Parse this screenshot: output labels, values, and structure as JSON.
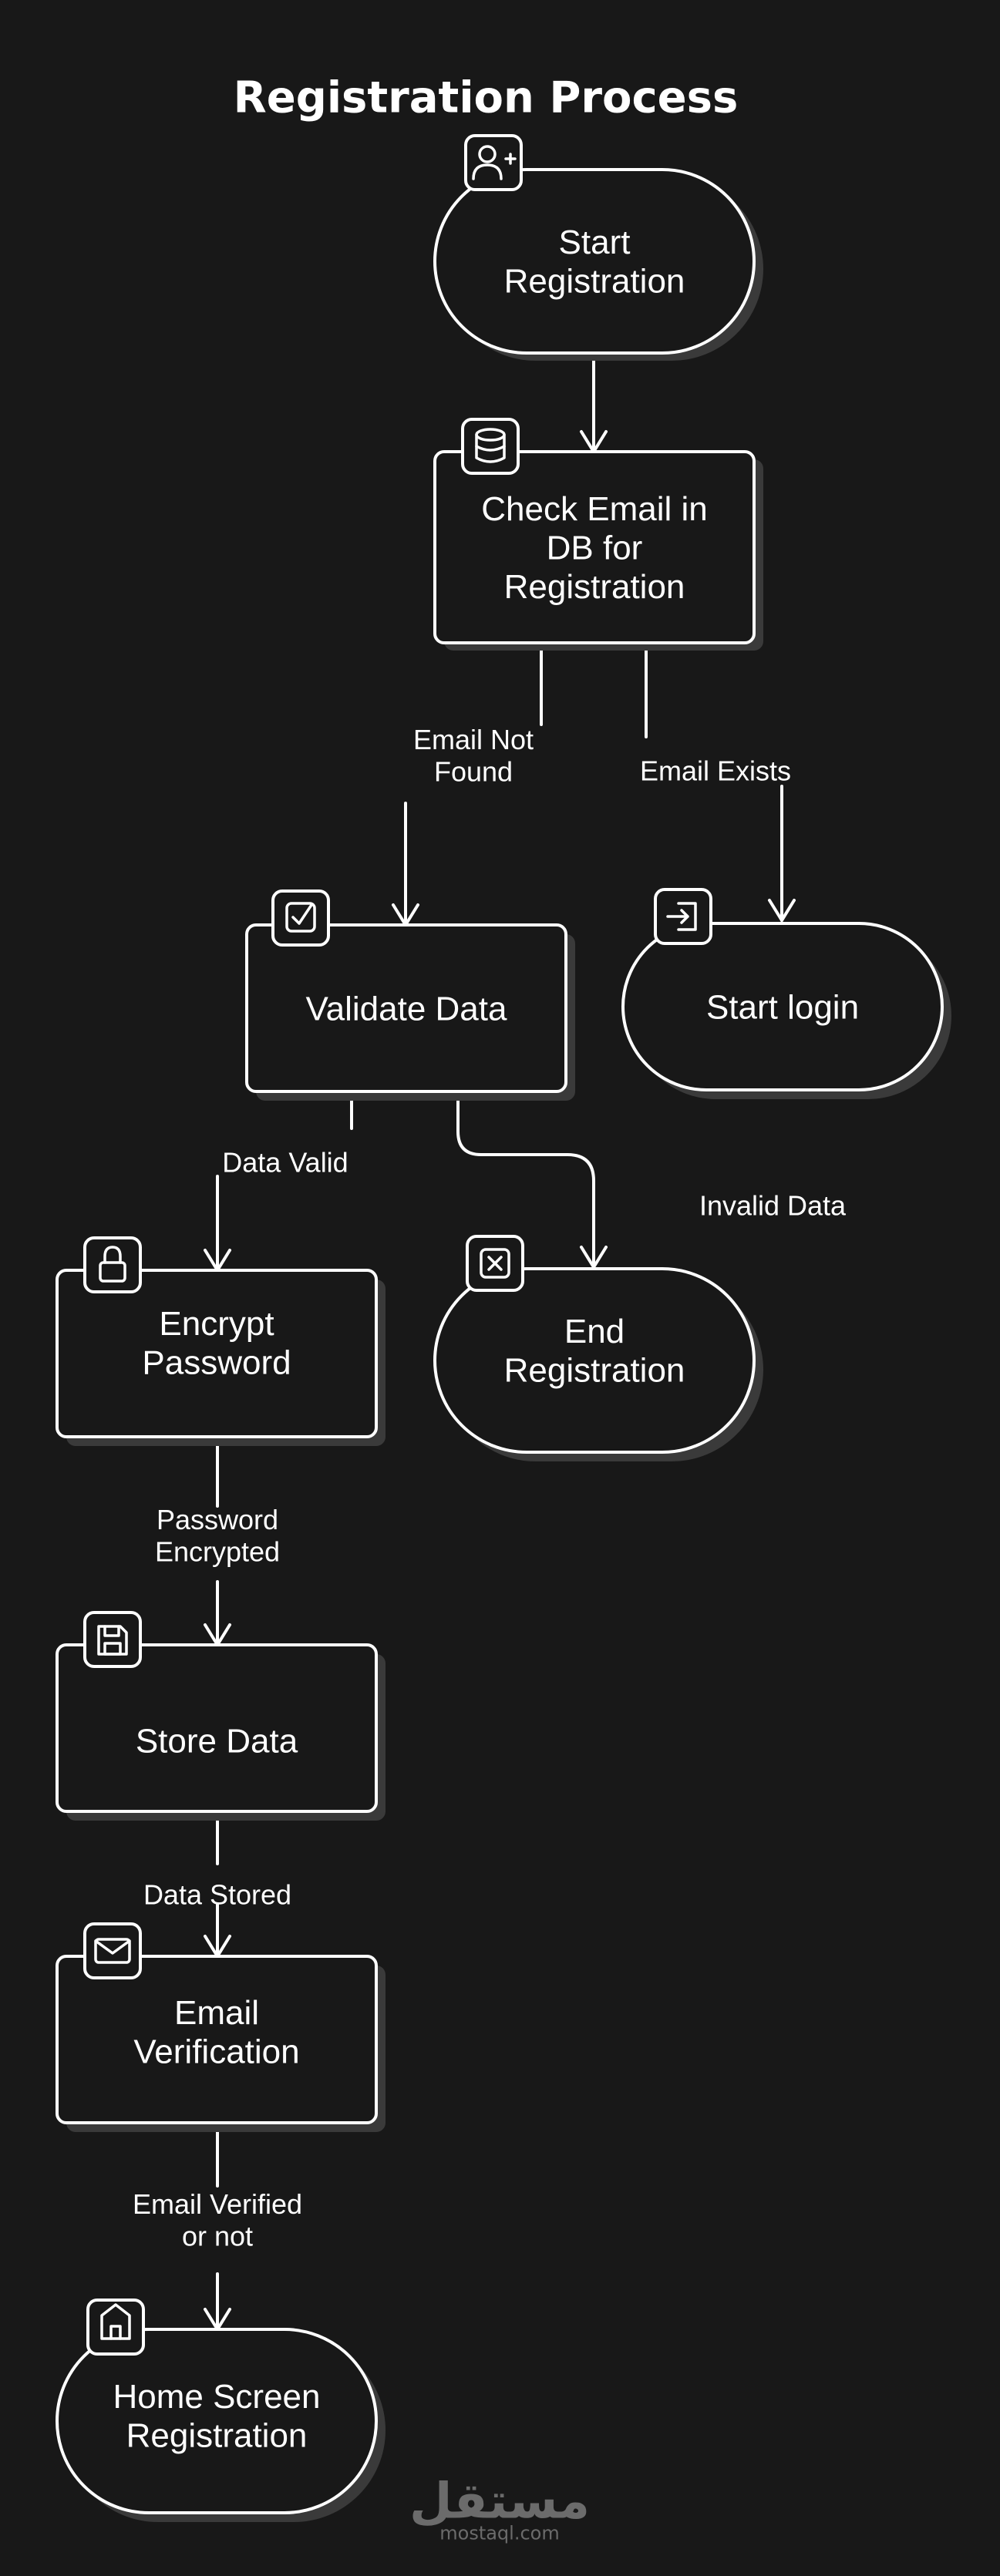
{
  "title": "Registration Process",
  "nodes": {
    "start": "Start\nRegistration",
    "check": "Check Email in\nDB for\nRegistration",
    "validate": "Validate Data",
    "login": "Start login",
    "encrypt": "Encrypt\nPassword",
    "end": "End\nRegistration",
    "store": "Store Data",
    "email": "Email\nVerification",
    "home": "Home Screen\nRegistration"
  },
  "edges": {
    "not_found": "Email Not\nFound",
    "exists": "Email Exists",
    "valid": "Data Valid",
    "invalid": "Invalid Data",
    "encrypted": "Password\nEncrypted",
    "stored": "Data Stored",
    "verified": "Email Verified\nor not"
  },
  "icons": {
    "start": "user-plus-icon",
    "check": "database-icon",
    "validate": "checkbox-icon",
    "login": "login-icon",
    "encrypt": "lock-icon",
    "end": "close-box-icon",
    "store": "save-icon",
    "email": "mail-icon",
    "home": "home-icon"
  },
  "watermark": {
    "arabic": "مستقل",
    "url": "mostaql.com"
  },
  "colors": {
    "background": "#181818",
    "stroke": "#ffffff",
    "shadow": "#3a3a3a"
  }
}
